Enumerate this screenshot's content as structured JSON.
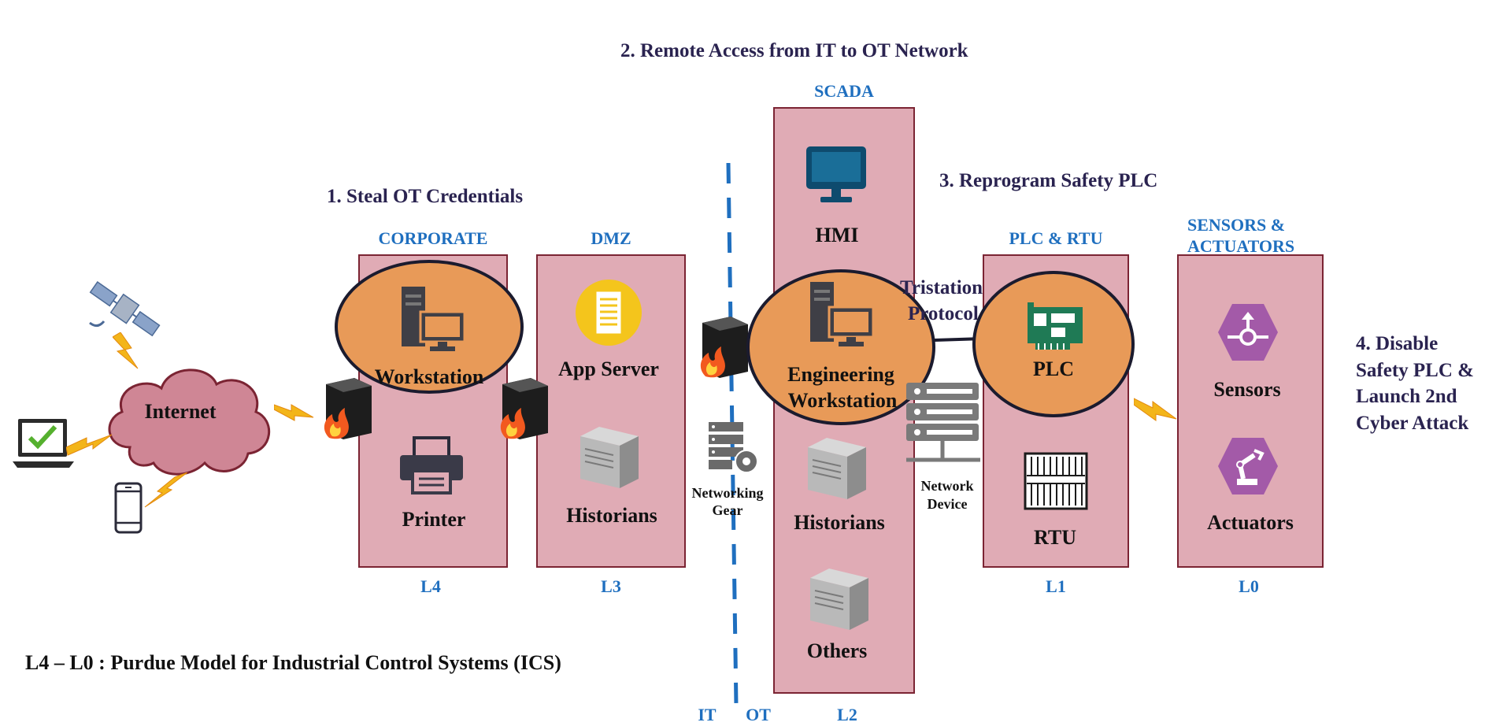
{
  "steps": {
    "step1": "1. Steal OT Credentials",
    "step2": "2. Remote Access from IT to OT Network",
    "step3": "3. Reprogram Safety PLC",
    "step4": [
      "4. Disable",
      "Safety PLC &",
      "Launch 2nd",
      "Cyber Attack"
    ]
  },
  "zones": {
    "corporate": {
      "title": "CORPORATE",
      "level": "L4",
      "devices": [
        "Workstation",
        "Printer"
      ]
    },
    "dmz": {
      "title": "DMZ",
      "level": "L3",
      "devices": [
        "App Server",
        "Historians"
      ]
    },
    "scada": {
      "title": "SCADA",
      "level": "L2",
      "devices": [
        "HMI",
        "Engineering",
        "Workstation",
        "Historians",
        "Others"
      ]
    },
    "plc_rtu": {
      "title": "PLC & RTU",
      "level": "L1",
      "devices": [
        "PLC",
        "RTU"
      ]
    },
    "sensors": {
      "title": [
        "SENSORS &",
        "ACTUATORS"
      ],
      "level": "L0",
      "devices": [
        "Sensors",
        "Actuators"
      ]
    }
  },
  "internet": "Internet",
  "networking_gear": [
    "Networking",
    "Gear"
  ],
  "network_device": [
    "Network",
    "Device"
  ],
  "protocol": [
    "Tristation",
    "Protocol"
  ],
  "it_label": "IT",
  "ot_label": "OT",
  "footer": "L4 – L0 : Purdue Model for Industrial Control Systems (ICS)",
  "colors": {
    "zone_fill": "#e0abb5",
    "zone_border": "#7b2433",
    "ellipse_fill": "#e89a58",
    "label_blue": "#1f6fbf",
    "step_text": "#2a2350",
    "sensor_purple": "#a35aa8"
  }
}
